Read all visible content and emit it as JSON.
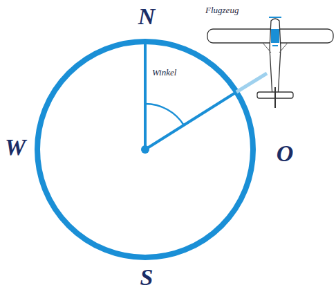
{
  "diagram": {
    "labels": [
      "N",
      "W",
      "O",
      "S",
      "Winkel",
      "Flugzeug"
    ]
  }
}
